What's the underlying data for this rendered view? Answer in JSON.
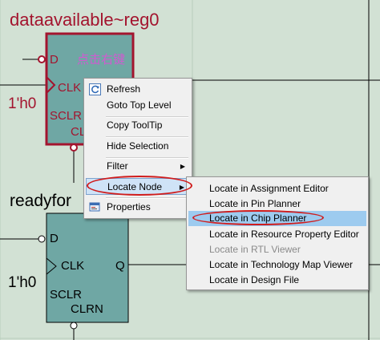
{
  "schematic": {
    "reg0_name": "dataavailable~reg0",
    "reg0_pins": {
      "d": "D",
      "clk": "CLK",
      "sclr": "SCLR",
      "clrn_partial": "CL"
    },
    "reg0_const": "1'h0",
    "annotation": "点击右键",
    "reg1_name": "readyfor",
    "reg1_pins": {
      "d": "D",
      "clk": "CLK",
      "q": "Q",
      "sclr": "SCLR",
      "clrn": "CLRN"
    },
    "reg1_const": "1'h0"
  },
  "context_menu": {
    "items": [
      {
        "label": "Refresh",
        "icon": "refresh-icon"
      },
      {
        "label": "Goto Top Level"
      },
      {
        "label": "Copy ToolTip"
      },
      {
        "label": "Hide Selection"
      },
      {
        "label": "Filter",
        "has_submenu": true
      },
      {
        "label": "Locate Node",
        "has_submenu": true,
        "selected": true
      },
      {
        "label": "Properties",
        "icon": "properties-icon"
      }
    ]
  },
  "submenu": {
    "items": [
      {
        "label": "Locate in Assignment Editor"
      },
      {
        "label": "Locate in Pin Planner"
      },
      {
        "label": "Locate in Chip Planner",
        "highlighted": true
      },
      {
        "label": "Locate in Resource Property Editor"
      },
      {
        "label": "Locate in RTL Viewer",
        "disabled": true
      },
      {
        "label": "Locate in Technology Map Viewer"
      },
      {
        "label": "Locate in Design File"
      }
    ]
  },
  "colors": {
    "canvas": "#d2e1d4",
    "register_fill": "#6fa7a4",
    "register_selected_border": "#a3142e",
    "annotation": "#d15ad1",
    "highlight": "#9dcbef",
    "annotation_ellipse": "#d01c1c"
  }
}
